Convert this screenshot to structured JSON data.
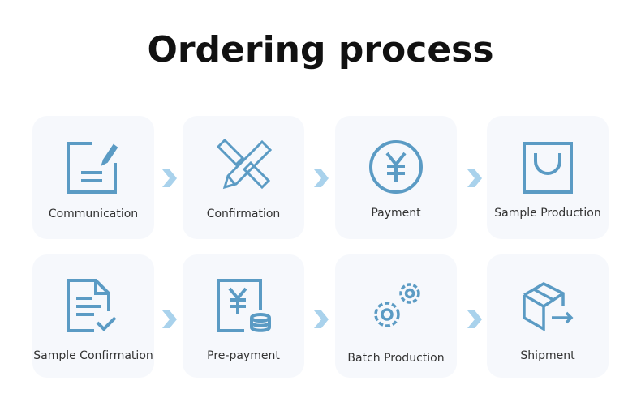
{
  "title": "Ordering process",
  "accent": "#5b9bc4",
  "arrow_color": "#a9d2ec",
  "steps": [
    {
      "label": "Communication",
      "icon": "note-pencil-icon"
    },
    {
      "label": "Confirmation",
      "icon": "pencil-ruler-icon"
    },
    {
      "label": "Payment",
      "icon": "yen-coin-icon"
    },
    {
      "label": "Sample Production",
      "icon": "bag-icon"
    },
    {
      "label": "Sample Confirmation",
      "icon": "document-check-icon"
    },
    {
      "label": "Pre-payment",
      "icon": "yen-invoice-coins-icon"
    },
    {
      "label": "Batch Production",
      "icon": "gears-icon"
    },
    {
      "label": "Shipment",
      "icon": "box-arrow-icon"
    }
  ]
}
